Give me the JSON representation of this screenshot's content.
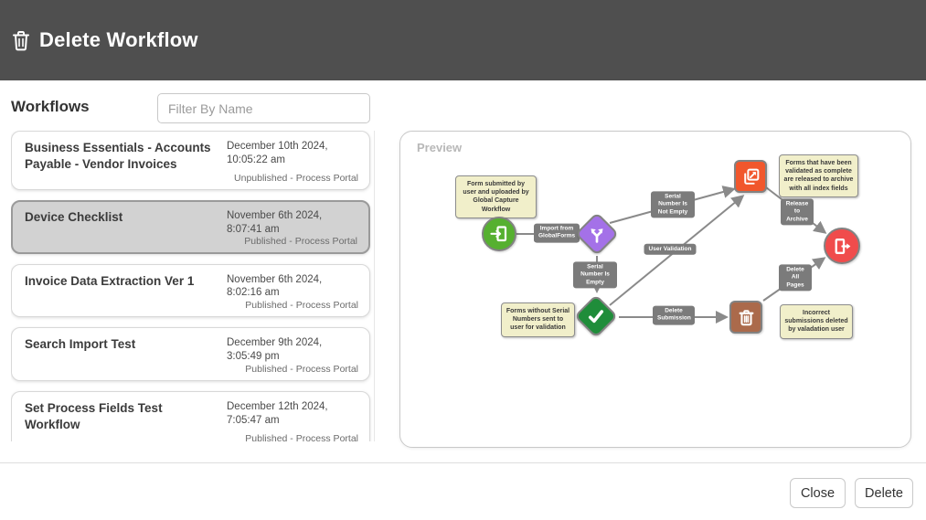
{
  "header": {
    "title": "Delete Workflow",
    "icon": "trash-icon"
  },
  "workflows_panel": {
    "title": "Workflows",
    "filter_placeholder": "Filter By Name",
    "filter_value": "",
    "items": [
      {
        "name": "Business Essentials - Accounts Payable - Vendor Invoices",
        "date": "December 10th 2024, 10:05:22 am",
        "status": "Unpublished - Process Portal",
        "selected": false
      },
      {
        "name": "Device Checklist",
        "date": "November 6th 2024, 8:07:41 am",
        "status": "Published - Process Portal",
        "selected": true
      },
      {
        "name": "Invoice Data Extraction Ver 1",
        "date": "November 6th 2024, 8:02:16 am",
        "status": "Published - Process Portal",
        "selected": false
      },
      {
        "name": "Search Import Test",
        "date": "December 9th 2024, 3:05:49 pm",
        "status": "Published - Process Portal",
        "selected": false
      },
      {
        "name": "Set Process Fields Test Workflow",
        "date": "December 12th 2024, 7:05:47 am",
        "status": "Published - Process Portal",
        "selected": false
      }
    ]
  },
  "preview": {
    "label": "Preview",
    "nodes": [
      {
        "id": "start",
        "shape": "circle",
        "color": "#56b030",
        "icon": "import-door-icon"
      },
      {
        "id": "branch",
        "shape": "diamond",
        "color": "#a471e8",
        "icon": "branch-split-icon"
      },
      {
        "id": "validation",
        "shape": "diamond",
        "color": "#1f8d3a",
        "icon": "checkmark-icon"
      },
      {
        "id": "release-archive",
        "shape": "square",
        "color": "#f1572c",
        "icon": "export-window-icon"
      },
      {
        "id": "delete-submission",
        "shape": "square",
        "color": "#ab6a4b",
        "icon": "trash-icon"
      },
      {
        "id": "end",
        "shape": "circle",
        "color": "#f04c4c",
        "icon": "exit-door-icon"
      }
    ],
    "edge_labels": {
      "import": "Import from GlobalForms",
      "serial_not_empty": "Serial Number Is Not Empty",
      "serial_empty": "Serial Number Is Empty",
      "user_validation": "User Validation",
      "release_archive": "Release to Archive",
      "delete_all_pages": "Delete All Pages",
      "delete_submission": "Delete Submission"
    },
    "notes": [
      {
        "text": "Form submitted by user and uploaded by Global Capture Workflow"
      },
      {
        "text": "Forms that have been validated as complete are released to archive with all index fields"
      },
      {
        "text": "Forms without Serial Numbers sent to user for validation"
      },
      {
        "text": "Incorrect submissions deleted by valadation user"
      }
    ]
  },
  "footer": {
    "close_label": "Close",
    "delete_label": "Delete"
  },
  "colors": {
    "header_bg": "#4f4f4f",
    "selected_card_bg": "#d2d2d2",
    "note_bg": "#f1efca",
    "edge_label_bg": "#7b7b7b",
    "edge_line": "#8a8a8a",
    "node_border": "#828282",
    "start_green": "#56b030",
    "branch_purple": "#a471e8",
    "valid_green": "#1f8d3a",
    "archive_orange": "#f1572c",
    "delete_brown": "#ab6a4b",
    "end_red": "#f04c4c"
  }
}
